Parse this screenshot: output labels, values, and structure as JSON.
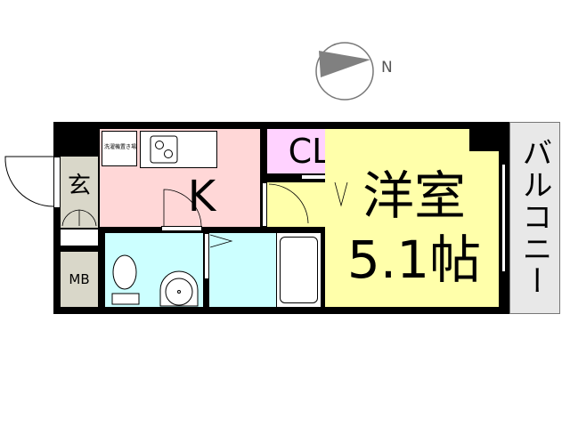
{
  "compass": {
    "label": "N",
    "icon": "north-arrow-icon"
  },
  "rooms": {
    "genkan": {
      "label": "玄",
      "color": "#d9d7c9"
    },
    "kitchen": {
      "label": "K",
      "color": "#ffd7d7"
    },
    "washer": {
      "label": "洗濯機置き場"
    },
    "closet": {
      "label": "CL",
      "color": "#ffd2ff"
    },
    "western": {
      "label": "洋室",
      "size": "5.1帖",
      "color": "#ffffaa"
    },
    "balcony": {
      "label": "バルコニー",
      "color": "#e8e8e8"
    },
    "mb": {
      "label": "MB",
      "color": "#d9d7c9"
    },
    "toilet": {
      "color": "#ccffff"
    },
    "washroom": {
      "color": "#ccffff"
    }
  }
}
